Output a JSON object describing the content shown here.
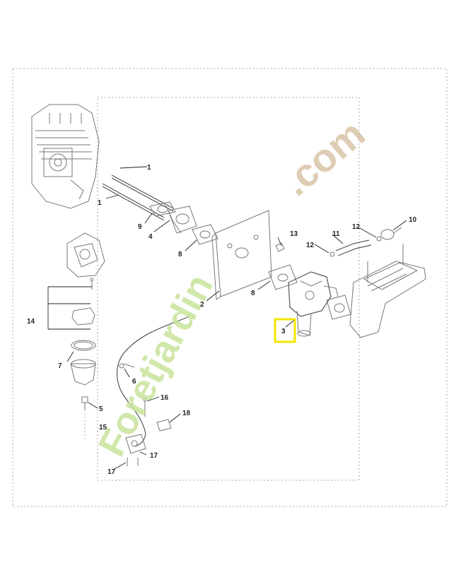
{
  "diagram": {
    "callouts": {
      "c1a": "1",
      "c1b": "1",
      "c2": "2",
      "c3": "3",
      "c4": "4",
      "c5": "5",
      "c6": "6",
      "c7": "7",
      "c8a": "8",
      "c8b": "8",
      "c9": "9",
      "c10": "10",
      "c11": "11",
      "c12a": "12",
      "c12b": "12",
      "c13": "13",
      "c14": "14",
      "c15": "15",
      "c16": "16",
      "c17a": "17",
      "c17b": "17",
      "c18": "18"
    },
    "highlight_color": "#f2e600",
    "watermark": {
      "text_dark": "Foretjardin",
      "text_light": ".com",
      "color_green": "#c8e39a",
      "color_tan": "#d9c3a7"
    }
  }
}
